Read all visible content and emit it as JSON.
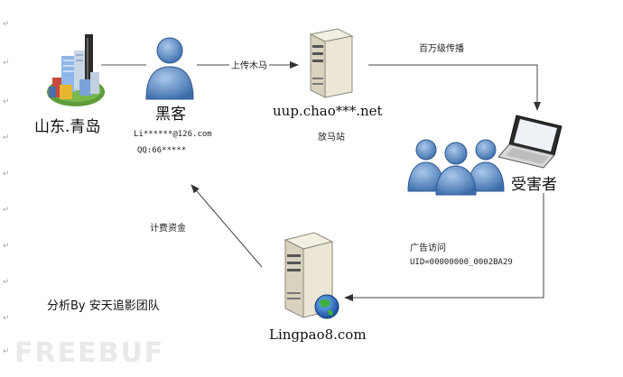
{
  "nodes": {
    "city_label": "山东.青岛",
    "hacker_label": "黑客",
    "hacker_email": "Li******@126.com",
    "hacker_qq": "QQ:66*****",
    "server_label": "uup.chao***.net",
    "server_sub": "放马站",
    "victims_label": "受害者",
    "ad_server_label": "Lingpao8.com"
  },
  "edges": {
    "upload_label": "上传木马",
    "spread_label": "百万级传播",
    "ad_access_label": "广告访问",
    "uid_label": "UID=00000000_0002BA29",
    "billing_label": "计费资金"
  },
  "credit": "分析By 安天追影团队",
  "watermark": "FREEBUF",
  "margin_mark": "↵"
}
